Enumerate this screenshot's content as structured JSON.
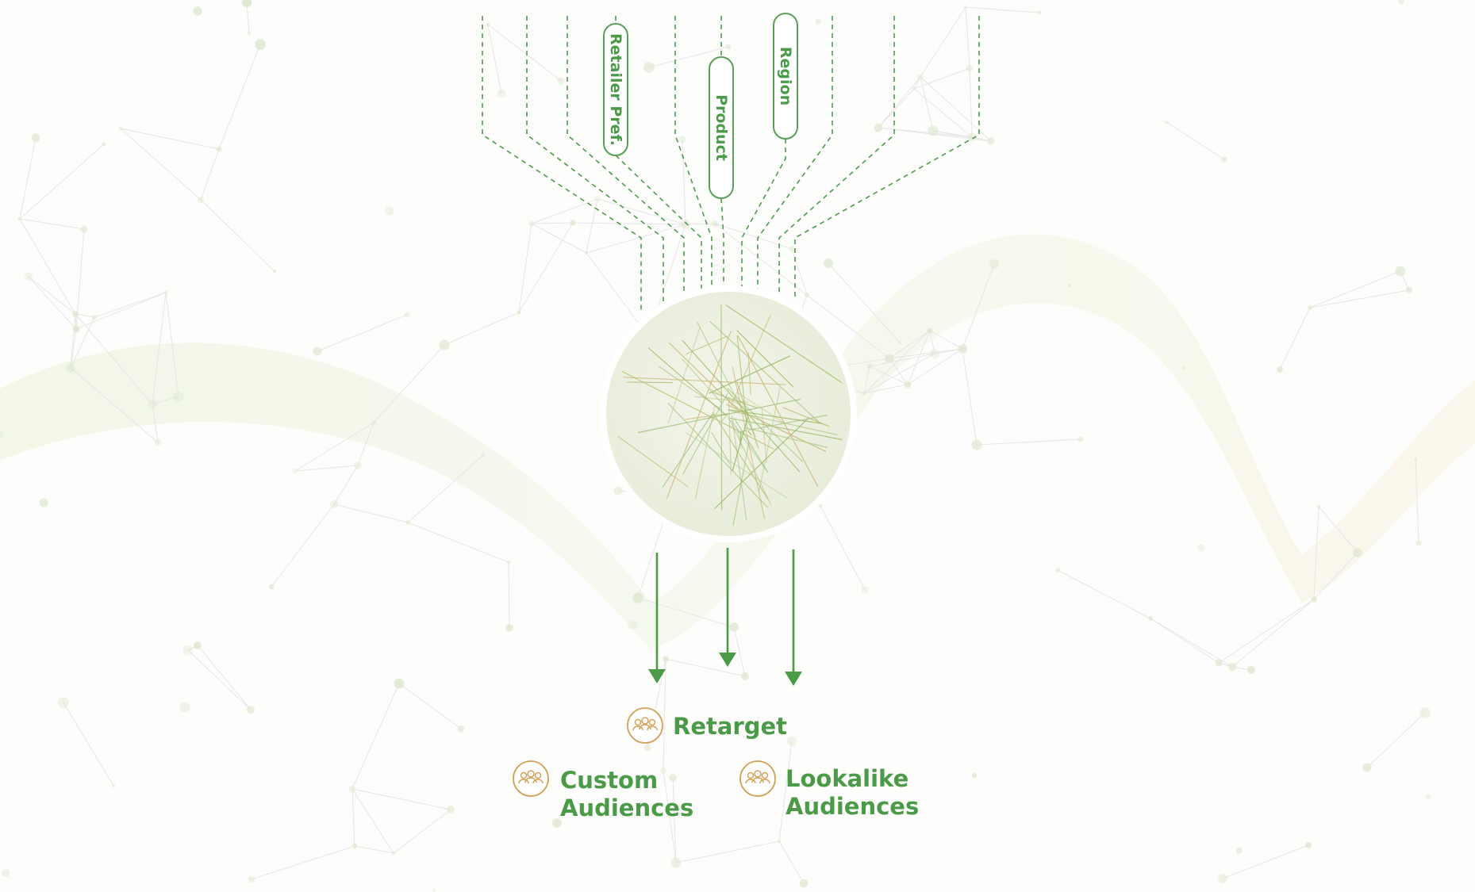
{
  "diagram": {
    "input_pills": [
      {
        "label": "Retailer Pref."
      },
      {
        "label": "Product"
      },
      {
        "label": "Region"
      }
    ],
    "outputs": [
      {
        "label_line1": "Retarget",
        "label_line2": "",
        "icon": "audience-group-icon"
      },
      {
        "label_line1": "Custom",
        "label_line2": "Audiences",
        "icon": "audience-group-icon"
      },
      {
        "label_line1": "Lookalike",
        "label_line2": "Audiences",
        "icon": "audience-group-icon"
      }
    ],
    "colors": {
      "accent_green": "#4a9a48",
      "line_green": "#4f9a4d",
      "icon_gold": "#d3a25a",
      "background": "#fdfdfb"
    }
  }
}
